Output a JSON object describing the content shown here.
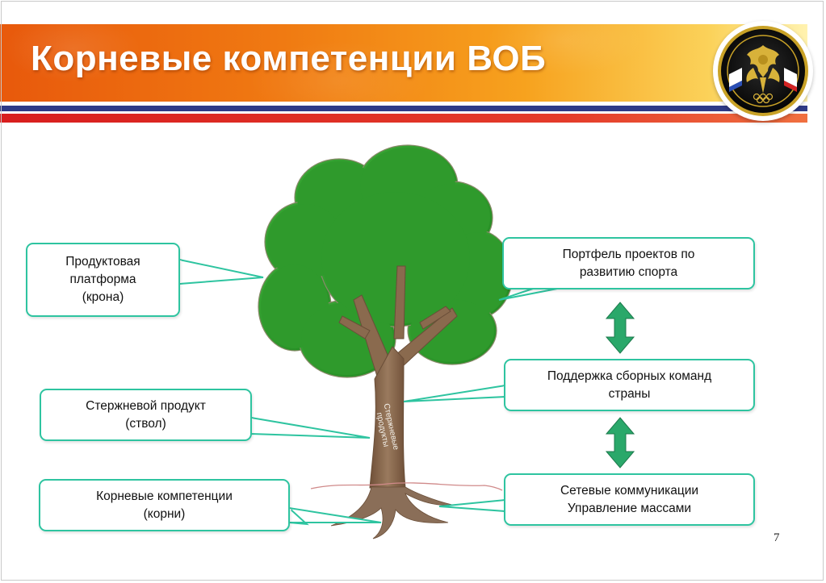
{
  "slide": {
    "title": "Корневые компетенции ВОБ",
    "page_number": "7"
  },
  "colors": {
    "header_orange": "#f07a12",
    "stripe_blue": "#2e3a87",
    "stripe_red": "#d81e1e",
    "box_border": "#2ec4a0",
    "arrow_green": "#2aa86a",
    "tree_green": "#2f9a2c",
    "trunk_brown": "#8a6a4e"
  },
  "emblem": {
    "icon": "olympic-committee-emblem-icon"
  },
  "diagram": {
    "trunk_label": "Стержневые\nпродукты",
    "left_boxes": {
      "crown": "Продуктовая\nплатформа\n(крона)",
      "trunk": "Стержневой продукт\n(ствол)",
      "roots": "Корневые компетенции\n(корни)"
    },
    "right_boxes": {
      "portfolio": "Портфель проектов по\nразвитию спорта",
      "teams": "Поддержка сборных команд\nстраны",
      "network": "Сетевые коммуникации\nУправление массами"
    },
    "arrows": [
      "double-arrow-vertical",
      "double-arrow-vertical"
    ]
  }
}
